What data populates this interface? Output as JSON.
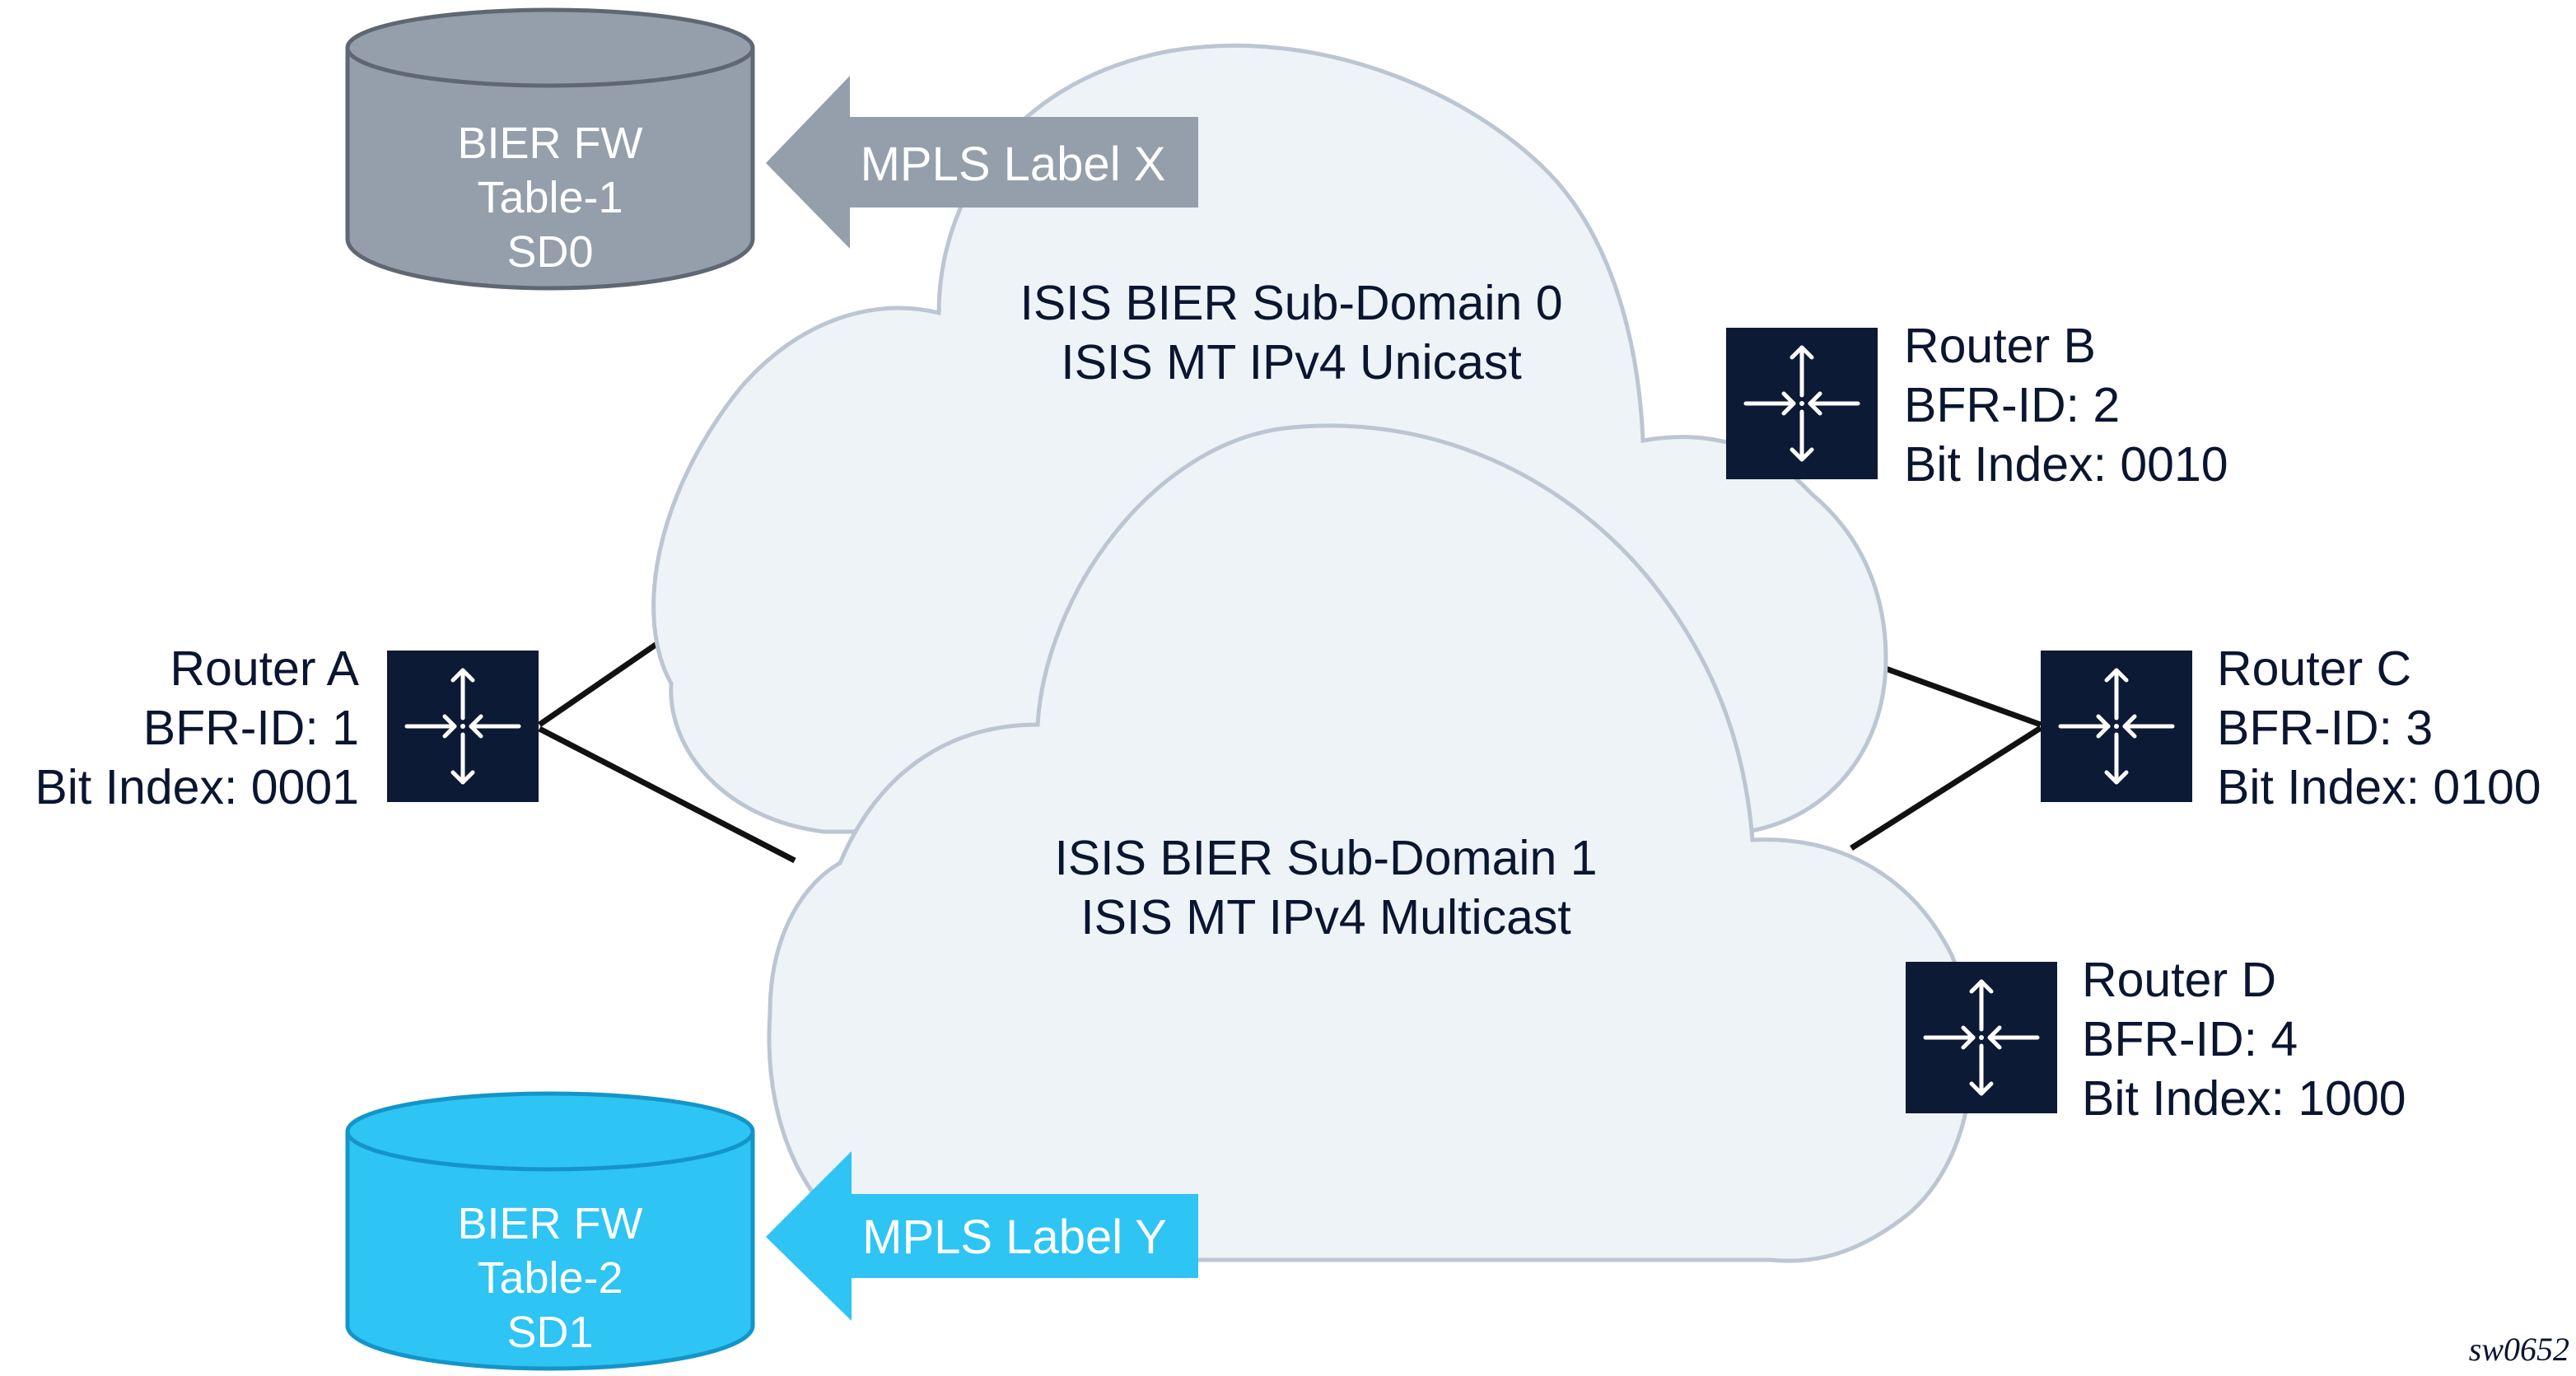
{
  "colors": {
    "cloud_fill": "#eef3f8",
    "cloud_stroke": "#bcc6d2",
    "router_fill": "#0d1a36",
    "router_icon": "#ffffff",
    "table1_fill": "#959eab",
    "table1_stroke": "#5f6772",
    "table2_fill": "#2ec4f3",
    "table2_stroke": "#1495c9",
    "label_x_arrow": "#959eab",
    "label_y_arrow": "#2ec4f3",
    "link": "#111111",
    "text": "#0a1530"
  },
  "clouds": {
    "sd0": {
      "line1": "ISIS BIER Sub-Domain 0",
      "line2": "ISIS MT IPv4 Unicast"
    },
    "sd1": {
      "line1": "ISIS BIER Sub-Domain 1",
      "line2": "ISIS MT IPv4 Multicast"
    }
  },
  "tables": {
    "t1": {
      "line1": "BIER FW",
      "line2": "Table-1",
      "line3": "SD0",
      "icon": "database-icon"
    },
    "t2": {
      "line1": "BIER FW",
      "line2": "Table-2",
      "line3": "SD1",
      "icon": "database-icon"
    }
  },
  "labels": {
    "x": "MPLS Label X",
    "y": "MPLS Label Y"
  },
  "routers": {
    "a": {
      "name": "Router A",
      "bfr_id": "BFR-ID: 1",
      "bit_index": "Bit Index: 0001",
      "icon": "router-icon"
    },
    "b": {
      "name": "Router B",
      "bfr_id": "BFR-ID: 2",
      "bit_index": "Bit Index: 0010",
      "icon": "router-icon"
    },
    "c": {
      "name": "Router C",
      "bfr_id": "BFR-ID: 3",
      "bit_index": "Bit Index: 0100",
      "icon": "router-icon"
    },
    "d": {
      "name": "Router D",
      "bfr_id": "BFR-ID: 4",
      "bit_index": "Bit Index: 1000",
      "icon": "router-icon"
    }
  },
  "figure_code": "sw0652"
}
